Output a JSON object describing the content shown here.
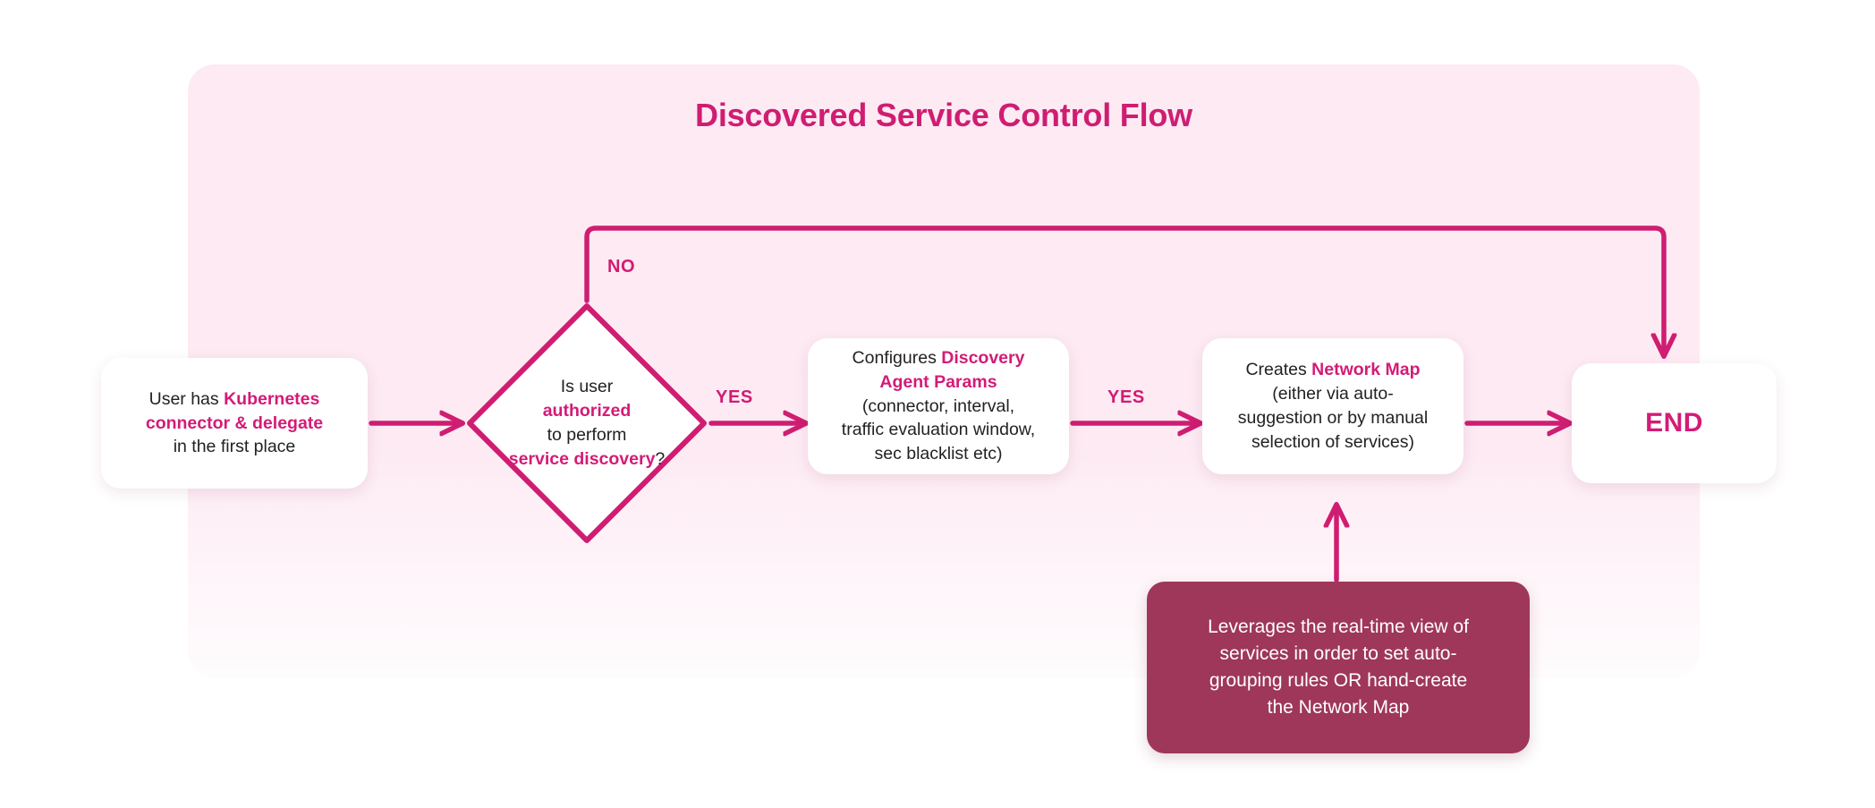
{
  "diagram": {
    "title": "Discovered Service Control Flow",
    "type": "flowchart",
    "colors": {
      "accent": "#cf1d72",
      "accent_strong": "#d31b77",
      "panel_bg": "#fdeaf3",
      "callout_bg": "#9e3759",
      "node_bg": "#ffffff",
      "body_text": "#222222",
      "page_bg": "#ffffff"
    },
    "nodes": {
      "start": {
        "shape": "rounded-rect",
        "lines": [
          {
            "plain": "User has ",
            "strong": "Kubernetes"
          },
          {
            "strong": "connector & delegate"
          },
          {
            "plain": "in the first place"
          }
        ]
      },
      "decision": {
        "shape": "diamond",
        "lines": [
          {
            "plain": "Is user"
          },
          {
            "strong": "authorized"
          },
          {
            "plain": "to perform"
          },
          {
            "strong": "service discovery",
            "plain_after": "?"
          }
        ]
      },
      "configure": {
        "shape": "rounded-rect",
        "lines": [
          {
            "plain": "Configures ",
            "strong": "Discovery"
          },
          {
            "strong": "Agent Params"
          },
          {
            "plain": "(connector, interval,"
          },
          {
            "plain": "traffic evaluation window,"
          },
          {
            "plain": "sec blacklist etc)"
          }
        ]
      },
      "network_map": {
        "shape": "rounded-rect",
        "lines": [
          {
            "plain": "Creates ",
            "strong": "Network Map"
          },
          {
            "plain": "(either via auto-"
          },
          {
            "plain": "suggestion or by manual"
          },
          {
            "plain": "selection of services)"
          }
        ]
      },
      "end": {
        "shape": "rounded-rect",
        "label": "END"
      },
      "callout": {
        "shape": "rounded-rect-filled",
        "lines": [
          "Leverages the real-time view of",
          "services in order to set auto-",
          "grouping rules OR hand-create",
          "the Network Map"
        ]
      }
    },
    "edges": [
      {
        "from": "start",
        "to": "decision",
        "label": ""
      },
      {
        "from": "decision",
        "to": "configure",
        "label": "YES"
      },
      {
        "from": "decision",
        "to": "end",
        "label": "NO"
      },
      {
        "from": "configure",
        "to": "network_map",
        "label": "YES"
      },
      {
        "from": "network_map",
        "to": "end",
        "label": ""
      },
      {
        "from": "callout",
        "to": "network_map",
        "label": ""
      }
    ],
    "labels": {
      "no": "NO",
      "yes_1": "YES",
      "yes_2": "YES"
    }
  }
}
